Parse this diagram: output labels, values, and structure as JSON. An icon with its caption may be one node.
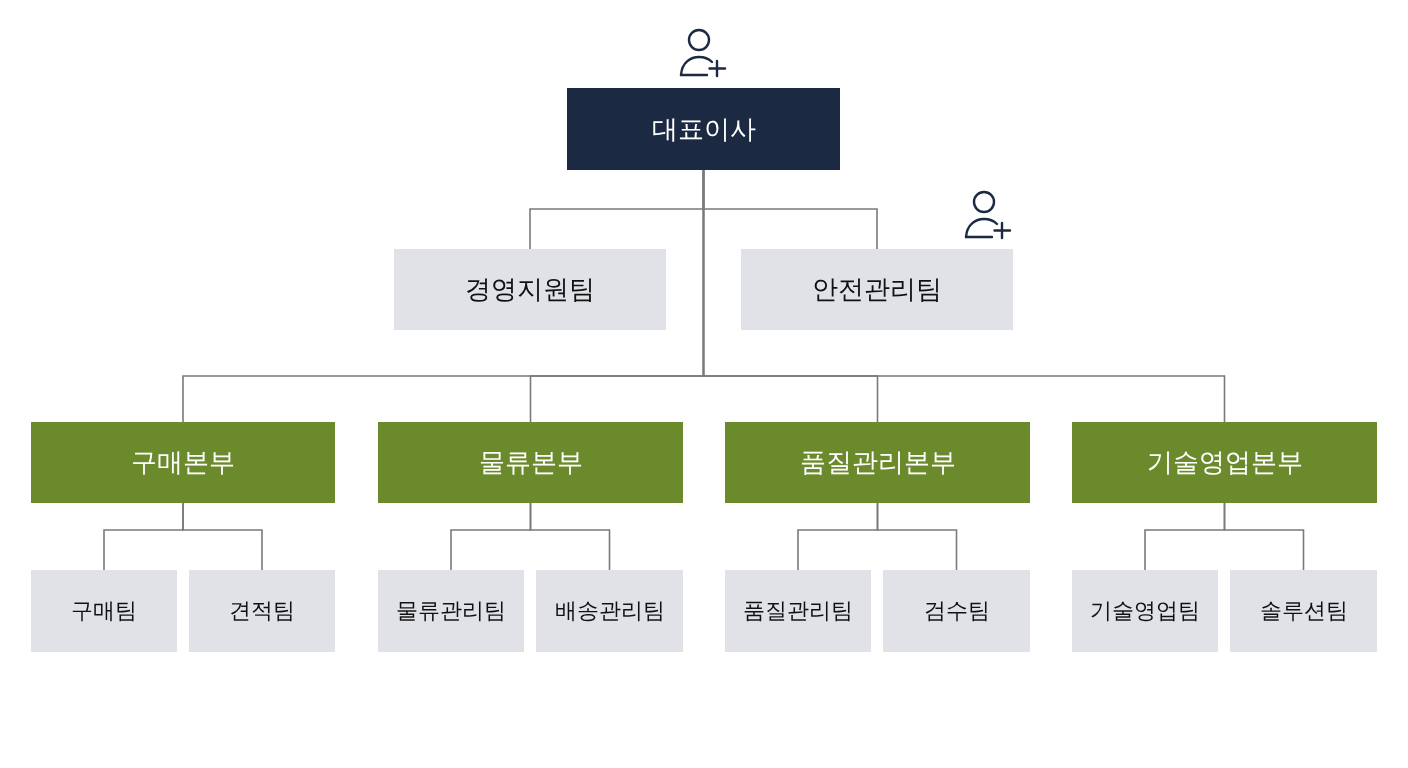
{
  "diagram": {
    "nodes": [
      {
        "text": [
          "대표이사"
        ]
      },
      {
        "text": [
          "경영지원팀"
        ]
      },
      {
        "text": [
          "안전관리팀"
        ]
      },
      {
        "text": [
          "구매본부"
        ]
      },
      {
        "text": [
          "물류본부"
        ]
      },
      {
        "text": [
          "품질관리본부"
        ]
      },
      {
        "text": [
          "기술영업본부"
        ]
      },
      {
        "text": [
          "구매팀"
        ]
      },
      {
        "text": [
          "견적팀"
        ]
      },
      {
        "text": [
          "물류관리팀"
        ]
      },
      {
        "text": [
          "배송관리팀"
        ]
      },
      {
        "text": [
          "품질관리팀"
        ]
      },
      {
        "text": [
          "검수팀"
        ]
      },
      {
        "text": [
          "기술영업팀"
        ]
      },
      {
        "text": [
          "솔루션팀"
        ]
      }
    ],
    "edges": [
      {
        "from": 0,
        "to": 1,
        "arrow": "none"
      },
      {
        "from": 0,
        "to": 2,
        "arrow": "none"
      },
      {
        "from": 0,
        "to": 3,
        "arrow": "none"
      },
      {
        "from": 0,
        "to": 4,
        "arrow": "none"
      },
      {
        "from": 0,
        "to": 5,
        "arrow": "none"
      },
      {
        "from": 0,
        "to": 6,
        "arrow": "none"
      },
      {
        "from": 3,
        "to": 7,
        "arrow": "none"
      },
      {
        "from": 3,
        "to": 8,
        "arrow": "none"
      },
      {
        "from": 4,
        "to": 9,
        "arrow": "none"
      },
      {
        "from": 4,
        "to": 10,
        "arrow": "none"
      },
      {
        "from": 5,
        "to": 11,
        "arrow": "none"
      },
      {
        "from": 5,
        "to": 12,
        "arrow": "none"
      },
      {
        "from": 6,
        "to": 13,
        "arrow": "none"
      },
      {
        "from": 6,
        "to": 14,
        "arrow": "none"
      }
    ]
  }
}
